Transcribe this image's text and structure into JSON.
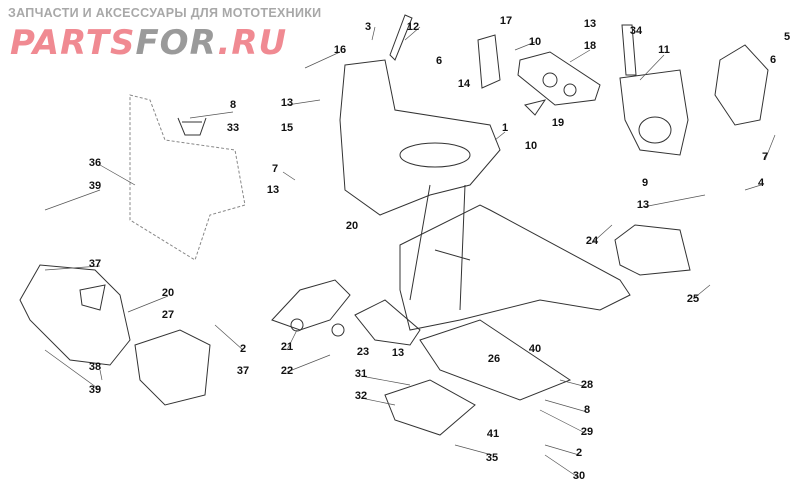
{
  "diagram": {
    "callouts": [
      "3",
      "12",
      "17",
      "13",
      "34",
      "5",
      "16",
      "10",
      "18",
      "11",
      "6",
      "6",
      "14",
      "8",
      "13",
      "33",
      "19",
      "1",
      "15",
      "10",
      "7",
      "36",
      "7",
      "9",
      "4",
      "39",
      "13",
      "13",
      "20",
      "24",
      "37",
      "25",
      "20",
      "27",
      "2",
      "21",
      "22",
      "23",
      "13",
      "26",
      "40",
      "37",
      "38",
      "39",
      "31",
      "32",
      "28",
      "8",
      "29",
      "41",
      "2",
      "35",
      "30"
    ]
  },
  "watermark": {
    "tagline": "ЗАПЧАСТИ И АКСЕССУАРЫ ДЛЯ МОТОТЕХНИКИ",
    "logo_part1": "PARTS",
    "logo_part2": "FOR",
    "logo_part3": ".RU"
  },
  "colors": {
    "line": "#333333",
    "dashed": "#888888",
    "watermark_pink": "#f08a92",
    "watermark_gray": "#9a9a9a"
  }
}
